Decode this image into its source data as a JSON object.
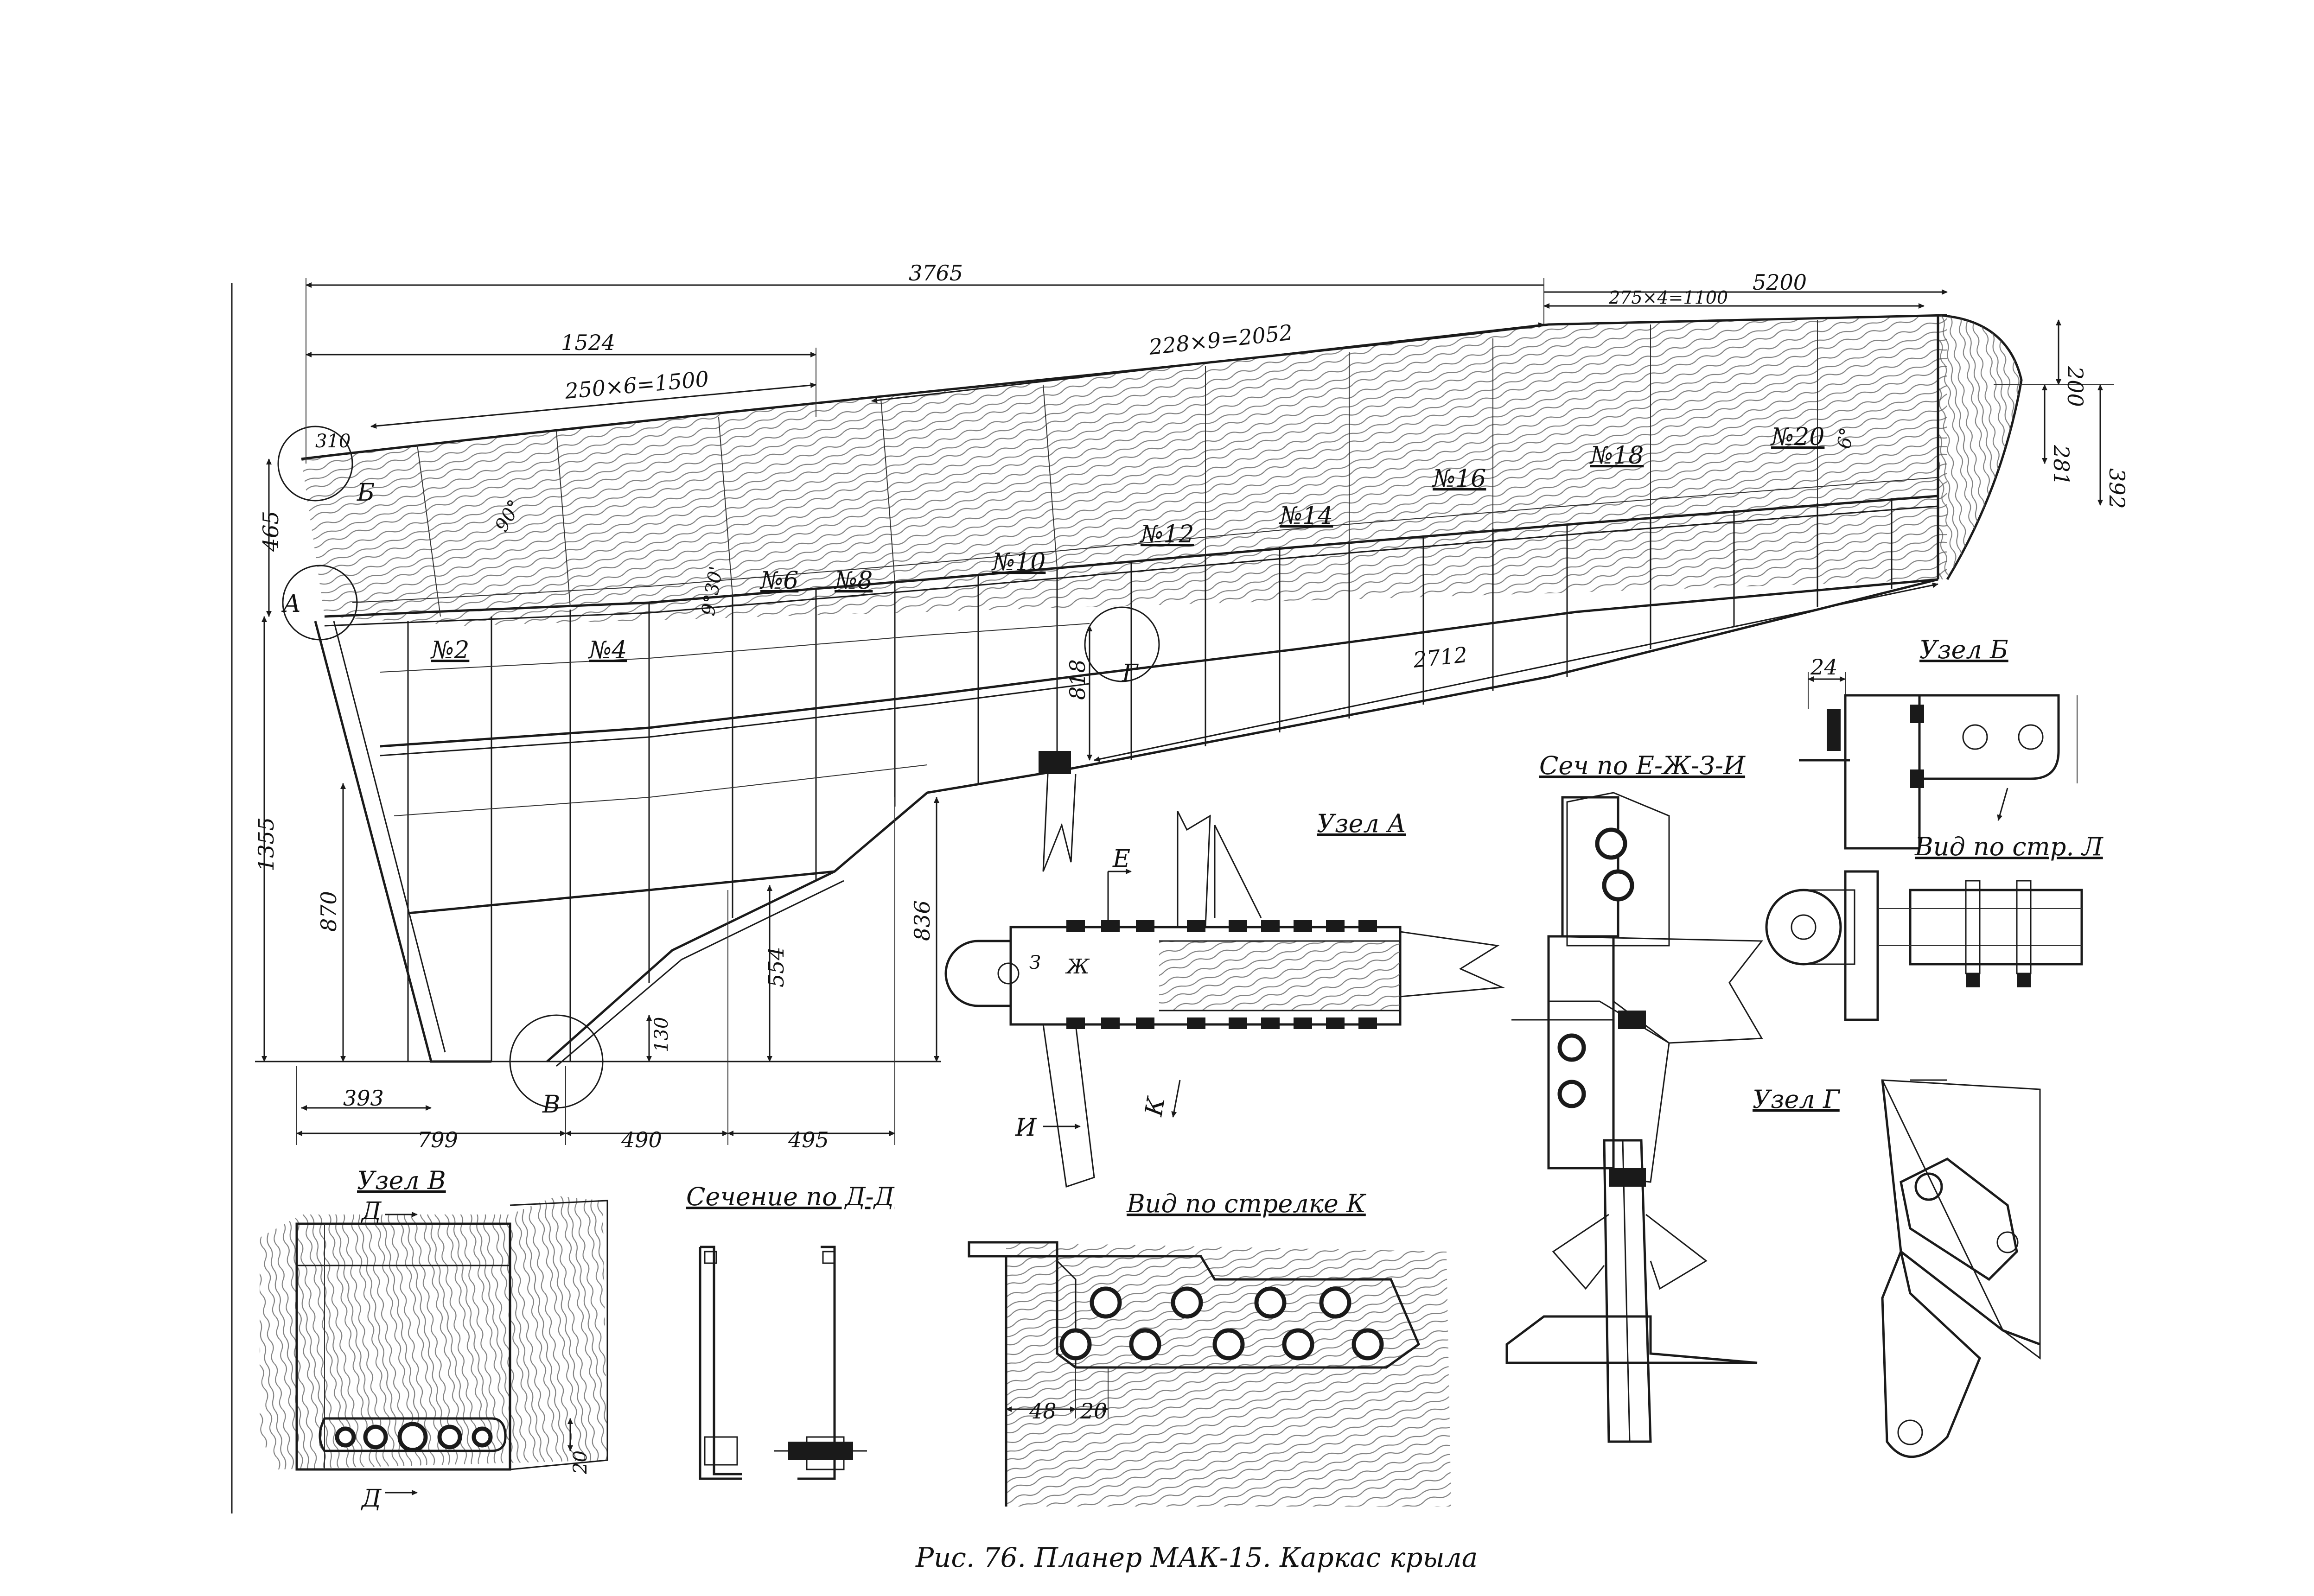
{
  "caption": "Рис. 76. Планер МАК-15. Каркас крыла",
  "dimensions": {
    "d_3765": "3765",
    "d_5200": "5200",
    "d_275x4": "275×4=1100",
    "d_1524": "1524",
    "d_228x9": "228×9=2052",
    "d_250x6": "250×6=1500",
    "d_310": "310",
    "d_465": "465",
    "d_1355": "1355",
    "d_870": "870",
    "d_393": "393",
    "d_799": "799",
    "d_490": "490",
    "d_495": "495",
    "d_130": "130",
    "d_554": "554",
    "d_836": "836",
    "d_818": "818",
    "d_2712": "2712",
    "d_200": "200",
    "d_281": "281",
    "d_392": "392",
    "d_90deg": "90°",
    "d_9deg30": "9°30'",
    "d_6deg": "6°",
    "d_24": "24",
    "d_48": "48",
    "d_20a": "20",
    "d_20b": "20"
  },
  "ribs": [
    "№2",
    "№4",
    "№6",
    "№8",
    "№10",
    "№12",
    "№14",
    "№16",
    "№18",
    "№20"
  ],
  "markers": {
    "a": "А",
    "b": "Б",
    "v": "В",
    "g": "Г",
    "e": "Е",
    "zh": "Ж",
    "z": "З",
    "i": "И",
    "k": "К",
    "d1": "Д",
    "d2": "Д"
  },
  "views": {
    "node_a": "Узел А",
    "node_b": "Узел Б",
    "node_v": "Узел В",
    "node_g": "Узел Г",
    "section_ezhzi": "Сеч по Е-Ж-З-И",
    "view_l": "Вид по стр. Л",
    "section_dd": "Сечение по Д-Д",
    "view_k": "Вид по стрелке К"
  }
}
